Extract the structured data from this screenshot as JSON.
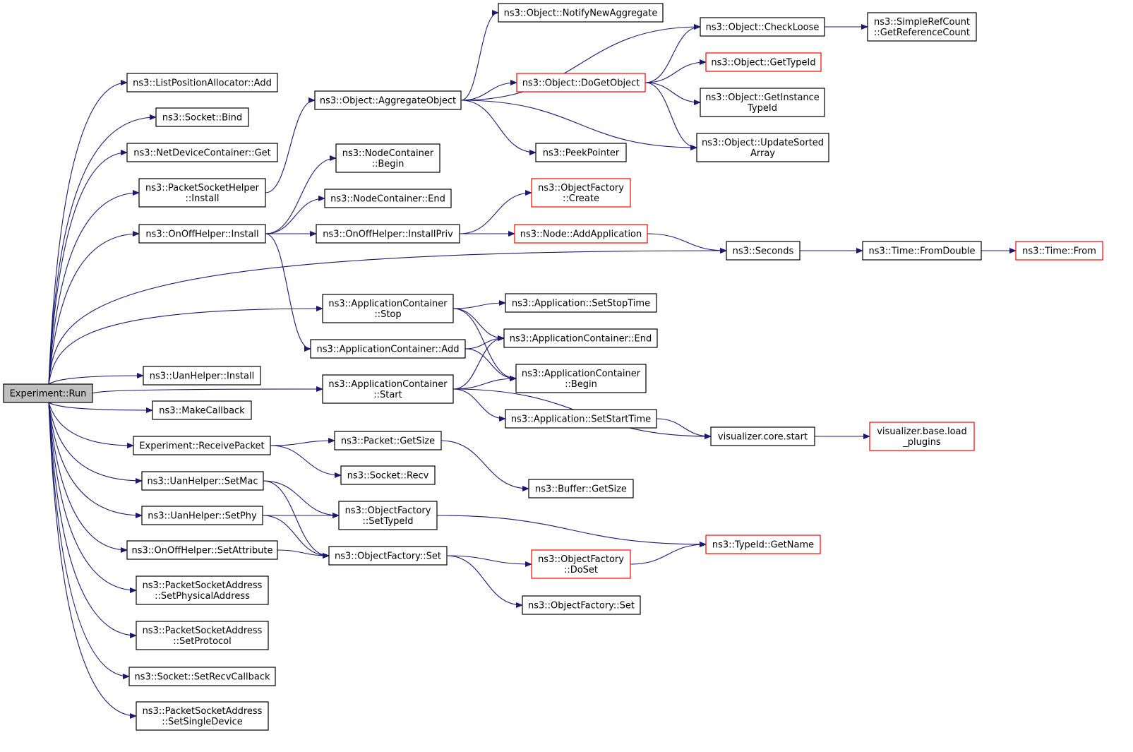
{
  "colors": {
    "edge": "#191970",
    "node_border": "#000000",
    "incomplete_border": "#ff0000",
    "root_fill": "#bfbfbf"
  },
  "nodes": {
    "run": [
      "Experiment::Run"
    ],
    "lpa_add": [
      "ns3::ListPositionAllocator::Add"
    ],
    "sock_bind": [
      "ns3::Socket::Bind"
    ],
    "ndc_get": [
      "ns3::NetDeviceContainer::Get"
    ],
    "psh_install": [
      "ns3::PacketSocketHelper",
      "::Install"
    ],
    "ooh_install": [
      "ns3::OnOffHelper::Install"
    ],
    "uan_install": [
      "ns3::UanHelper::Install"
    ],
    "make_cb": [
      "ns3::MakeCallback"
    ],
    "recv_packet": [
      "Experiment::ReceivePacket"
    ],
    "uan_setmac": [
      "ns3::UanHelper::SetMac"
    ],
    "uan_setphy": [
      "ns3::UanHelper::SetPhy"
    ],
    "ooh_setattr": [
      "ns3::OnOffHelper::SetAttribute"
    ],
    "psa_setphys": [
      "ns3::PacketSocketAddress",
      "::SetPhysicalAddress"
    ],
    "psa_setproto": [
      "ns3::PacketSocketAddress",
      "::SetProtocol"
    ],
    "sock_setrecvcb": [
      "ns3::Socket::SetRecvCallback"
    ],
    "psa_setsingle": [
      "ns3::PacketSocketAddress",
      "::SetSingleDevice"
    ],
    "obj_aggregate": [
      "ns3::Object::AggregateObject"
    ],
    "nc_begin": [
      "ns3::NodeContainer",
      "::Begin"
    ],
    "nc_end": [
      "ns3::NodeContainer::End"
    ],
    "ooh_installpriv": [
      "ns3::OnOffHelper::InstallPriv"
    ],
    "ac_stop": [
      "ns3::ApplicationContainer",
      "::Stop"
    ],
    "ac_add": [
      "ns3::ApplicationContainer::Add"
    ],
    "ac_start": [
      "ns3::ApplicationContainer",
      "::Start"
    ],
    "pkt_getsize": [
      "ns3::Packet::GetSize"
    ],
    "sock_recv": [
      "ns3::Socket::Recv"
    ],
    "of_settypeid": [
      "ns3::ObjectFactory",
      "::SetTypeId"
    ],
    "of_set1": [
      "ns3::ObjectFactory::Set"
    ],
    "obj_notify": [
      "ns3::Object::NotifyNewAggregate"
    ],
    "obj_dogetobject": [
      "ns3::Object::DoGetObject"
    ],
    "peekpointer": [
      "ns3::PeekPointer"
    ],
    "of_create": [
      "ns3::ObjectFactory",
      "::Create"
    ],
    "node_addapp": [
      "ns3::Node::AddApplication"
    ],
    "app_setstop": [
      "ns3::Application::SetStopTime"
    ],
    "ac_end": [
      "ns3::ApplicationContainer::End"
    ],
    "ac_begin": [
      "ns3::ApplicationContainer",
      "::Begin"
    ],
    "app_setstart": [
      "ns3::Application::SetStartTime"
    ],
    "buf_getsize": [
      "ns3::Buffer::GetSize"
    ],
    "of_doset": [
      "ns3::ObjectFactory",
      "::DoSet"
    ],
    "of_set2": [
      "ns3::ObjectFactory::Set"
    ],
    "obj_checkloose": [
      "ns3::Object::CheckLoose"
    ],
    "obj_gettypeid": [
      "ns3::Object::GetTypeId"
    ],
    "obj_getinsttypeid": [
      "ns3::Object::GetInstance",
      "TypeId"
    ],
    "obj_updatesorted": [
      "ns3::Object::UpdateSorted",
      "Array"
    ],
    "seconds": [
      "ns3::Seconds"
    ],
    "viz_start": [
      "visualizer.core.start"
    ],
    "typeid_getname": [
      "ns3::TypeId::GetName"
    ],
    "src_getrefcount": [
      "ns3::SimpleRefCount",
      "::GetReferenceCount"
    ],
    "time_fromdouble": [
      "ns3::Time::FromDouble"
    ],
    "viz_loadplugins": [
      "visualizer.base.load",
      "_plugins"
    ],
    "time_from": [
      "ns3::Time::From"
    ]
  },
  "incomplete": [
    "obj_dogetobject",
    "of_create",
    "node_addapp",
    "of_doset",
    "obj_gettypeid",
    "typeid_getname",
    "viz_loadplugins",
    "time_from"
  ],
  "root": "run",
  "edges": [
    [
      "run",
      "lpa_add"
    ],
    [
      "run",
      "sock_bind"
    ],
    [
      "run",
      "ndc_get"
    ],
    [
      "run",
      "psh_install"
    ],
    [
      "run",
      "ooh_install"
    ],
    [
      "run",
      "uan_install"
    ],
    [
      "run",
      "make_cb"
    ],
    [
      "run",
      "recv_packet"
    ],
    [
      "run",
      "uan_setmac"
    ],
    [
      "run",
      "uan_setphy"
    ],
    [
      "run",
      "ooh_setattr"
    ],
    [
      "run",
      "psa_setphys"
    ],
    [
      "run",
      "psa_setproto"
    ],
    [
      "run",
      "sock_setrecvcb"
    ],
    [
      "run",
      "psa_setsingle"
    ],
    [
      "run",
      "seconds"
    ],
    [
      "run",
      "ac_stop"
    ],
    [
      "run",
      "ac_start"
    ],
    [
      "psh_install",
      "obj_aggregate"
    ],
    [
      "ooh_install",
      "nc_begin"
    ],
    [
      "ooh_install",
      "nc_end"
    ],
    [
      "ooh_install",
      "ooh_installpriv"
    ],
    [
      "ooh_install",
      "ac_add"
    ],
    [
      "recv_packet",
      "pkt_getsize"
    ],
    [
      "recv_packet",
      "sock_recv"
    ],
    [
      "uan_setmac",
      "of_settypeid"
    ],
    [
      "uan_setmac",
      "of_set1"
    ],
    [
      "uan_setphy",
      "of_settypeid"
    ],
    [
      "uan_setphy",
      "of_set1"
    ],
    [
      "ooh_setattr",
      "of_set1"
    ],
    [
      "obj_aggregate",
      "obj_notify"
    ],
    [
      "obj_aggregate",
      "obj_checkloose"
    ],
    [
      "obj_aggregate",
      "obj_dogetobject"
    ],
    [
      "obj_aggregate",
      "peekpointer"
    ],
    [
      "obj_aggregate",
      "obj_updatesorted"
    ],
    [
      "ooh_installpriv",
      "of_create"
    ],
    [
      "ooh_installpriv",
      "node_addapp"
    ],
    [
      "ac_stop",
      "app_setstop"
    ],
    [
      "ac_stop",
      "ac_end"
    ],
    [
      "ac_stop",
      "ac_begin"
    ],
    [
      "ac_add",
      "ac_end"
    ],
    [
      "ac_add",
      "ac_begin"
    ],
    [
      "ac_start",
      "ac_end"
    ],
    [
      "ac_start",
      "ac_begin"
    ],
    [
      "ac_start",
      "app_setstart"
    ],
    [
      "ac_start",
      "viz_start"
    ],
    [
      "pkt_getsize",
      "buf_getsize"
    ],
    [
      "of_settypeid",
      "typeid_getname"
    ],
    [
      "of_set1",
      "of_doset"
    ],
    [
      "of_set1",
      "of_set2"
    ],
    [
      "obj_dogetobject",
      "obj_checkloose"
    ],
    [
      "obj_dogetobject",
      "obj_gettypeid"
    ],
    [
      "obj_dogetobject",
      "obj_getinsttypeid"
    ],
    [
      "obj_dogetobject",
      "obj_updatesorted"
    ],
    [
      "node_addapp",
      "seconds"
    ],
    [
      "app_setstart",
      "viz_start"
    ],
    [
      "of_doset",
      "typeid_getname"
    ],
    [
      "obj_checkloose",
      "src_getrefcount"
    ],
    [
      "seconds",
      "time_fromdouble"
    ],
    [
      "viz_start",
      "viz_loadplugins"
    ],
    [
      "time_fromdouble",
      "time_from"
    ]
  ]
}
